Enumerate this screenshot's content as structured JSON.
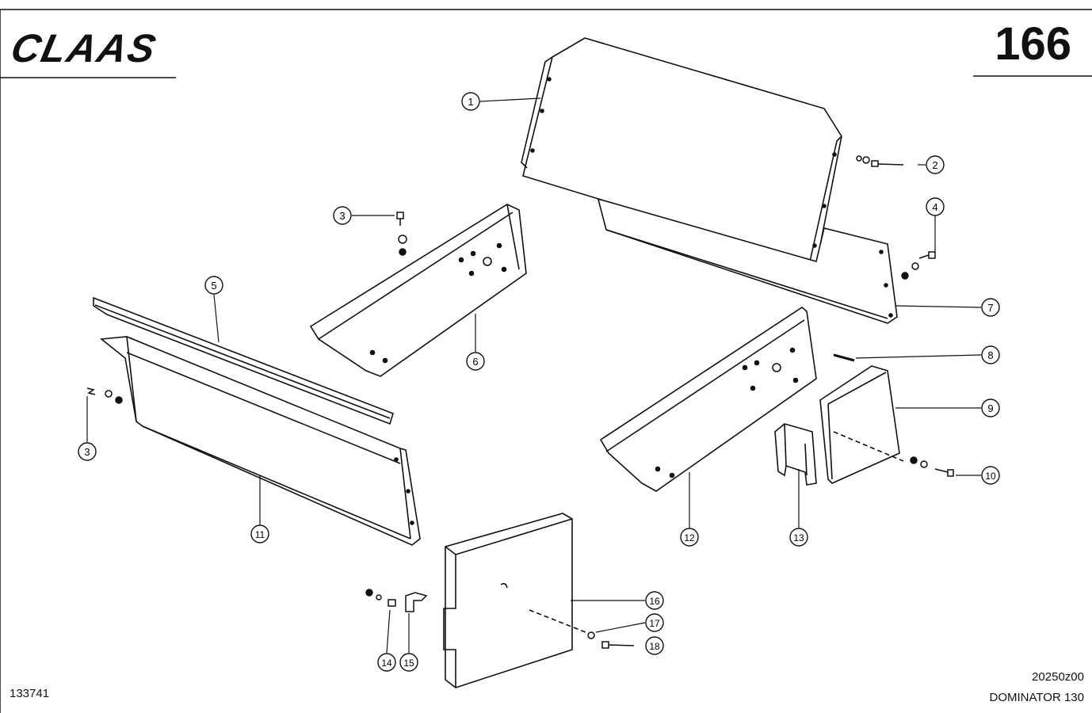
{
  "header": {
    "brand": "CLAAS",
    "page_number": "166"
  },
  "footer": {
    "reference": "133741",
    "doc_code": "20250z00",
    "model": "DOMINATOR 130"
  },
  "callouts": [
    "1",
    "2",
    "3",
    "4",
    "5",
    "6",
    "7",
    "8",
    "9",
    "10",
    "11",
    "12",
    "13",
    "14",
    "15",
    "16",
    "17",
    "18"
  ],
  "callout_3_second": "3"
}
